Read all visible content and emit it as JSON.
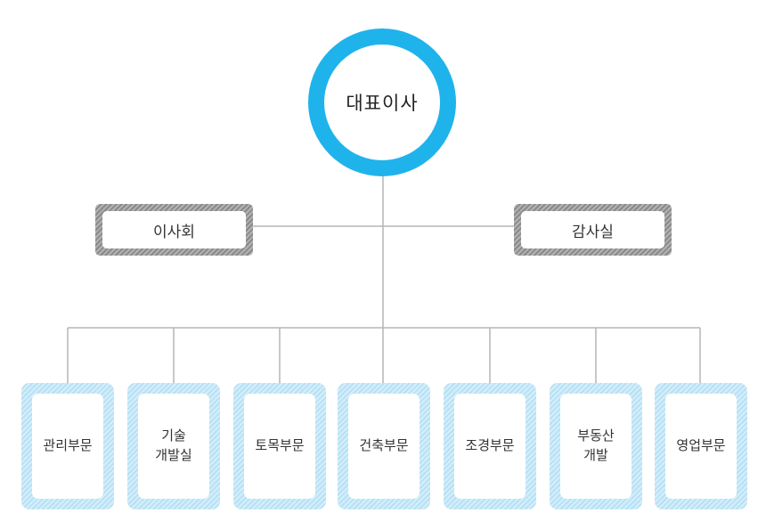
{
  "ceo": {
    "label": "대표이사"
  },
  "side_units": [
    {
      "label": "이사회"
    },
    {
      "label": "감사실"
    }
  ],
  "departments": [
    {
      "label": "관리부문"
    },
    {
      "label": "기술\n개발실"
    },
    {
      "label": "토목부문"
    },
    {
      "label": "건축부문"
    },
    {
      "label": "조경부문"
    },
    {
      "label": "부동산\n개발"
    },
    {
      "label": "영업부문"
    }
  ],
  "colors": {
    "ceo_ring": "#1fb3ec",
    "side_border": "#9a9a9a",
    "dept_border": "#c6e8f8",
    "connector": "#b5b5b5"
  }
}
